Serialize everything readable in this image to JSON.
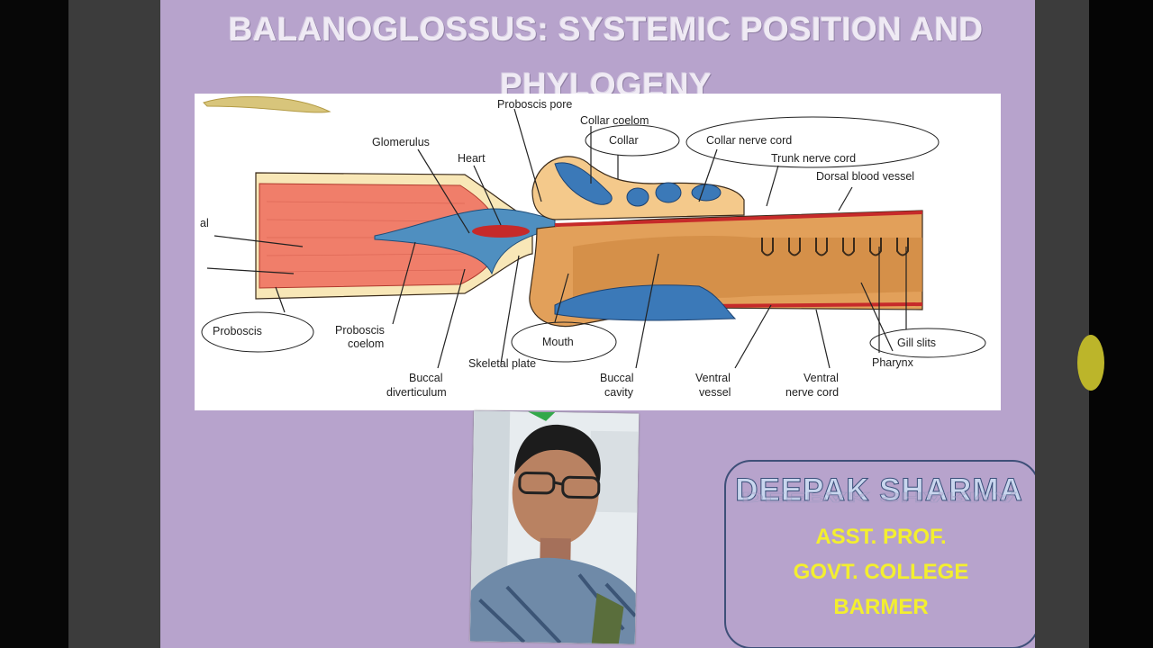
{
  "slide": {
    "title_line1": "BALANOGLOSSUS: SYSTEMIC POSITION AND",
    "title_line2": "PHYLOGENY"
  },
  "diagram": {
    "labels": {
      "proboscis_pore": "Proboscis pore",
      "collar_coelom": "Collar coelom",
      "collar": "Collar",
      "collar_nerve_cord": "Collar nerve cord",
      "glomerulus": "Glomerulus",
      "heart": "Heart",
      "trunk_nerve_cord": "Trunk nerve cord",
      "dorsal_blood_vessel": "Dorsal blood vessel",
      "al": "al",
      "proboscis": "Proboscis",
      "proboscis_coelom_1": "Proboscis",
      "proboscis_coelom_2": "coelom",
      "mouth": "Mouth",
      "skeletal_plate": "Skeletal plate",
      "gill_slits": "Gill slits",
      "pharynx": "Pharynx",
      "buccal_diverticulum_1": "Buccal",
      "buccal_diverticulum_2": "diverticulum",
      "buccal_cavity_1": "Buccal",
      "buccal_cavity_2": "cavity",
      "ventral_vessel_1": "Ventral",
      "ventral_vessel_2": "vessel",
      "ventral_nerve_cord_1": "Ventral",
      "ventral_nerve_cord_2": "nerve cord"
    }
  },
  "author": {
    "name": "DEEPAK  SHARMA",
    "line1": "ASST. PROF.",
    "line2": "GOVT. COLLEGE",
    "line3": "BARMER"
  },
  "colors": {
    "slide_bg": "#b7a3cc",
    "accent_yellow": "#f3ef2f",
    "name_blue": "#c9d6ee"
  }
}
